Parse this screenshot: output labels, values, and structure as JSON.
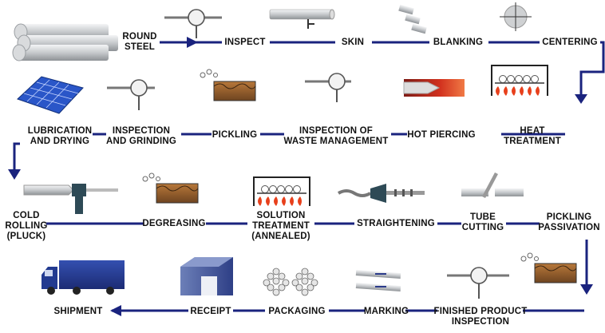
{
  "steps": {
    "s01": "ROUND\nSTEEL",
    "s02": "INSPECT",
    "s03": "SKIN",
    "s04": "BLANKING",
    "s05": "CENTERING",
    "s06": "HEAT\nTREATMENT",
    "s07": "HOT PIERCING",
    "s08": "INSPECTION OF\nWASTE MANAGEMENT",
    "s09": "PICKLING",
    "s10": "INSPECTION\nAND GRINDING",
    "s11": "LUBRICATION\nAND DRYING",
    "s12": "COLD\nROLLING\n(PLUCK)",
    "s13": "DEGREASING",
    "s14": "SOLUTION\nTREATMENT\n(ANNEALED)",
    "s15": "STRAIGHTENING",
    "s16": "TUBE\nCUTTING",
    "s17": "PICKLING\nPASSIVATION",
    "s18": "FINISHED PRODUCT\nINSPECTION",
    "s19": "MARKING",
    "s20": "PACKAGING",
    "s21": "RECEIPT",
    "s22": "SHIPMENT"
  },
  "colors": {
    "flow_line": "#1a237e",
    "steel": "#b9bcc0",
    "tank_fill": "#8a5a2b",
    "flame": "#e8401c",
    "billet": "#c0281c",
    "truck": "#233a8f",
    "mesh": "#2a56c8"
  },
  "icons": {
    "round_steel": "steel-bars-icon",
    "inspect": "magnifier-icon",
    "skin": "bar-peeling-icon",
    "blanking": "cut-bars-icon",
    "centering": "crosshair-icon",
    "heat": "furnace-icon",
    "piercing": "hot-billet-icon",
    "pickling": "acid-tank-icon",
    "lubrication": "mesh-grid-icon",
    "cold_rolling": "rolling-mill-icon",
    "straightening": "straightener-icon",
    "tube_cutting": "tube-cut-icon",
    "marking": "marked-tubes-icon",
    "packaging": "bundles-icon",
    "receipt": "warehouse-icon",
    "shipment": "truck-icon"
  }
}
